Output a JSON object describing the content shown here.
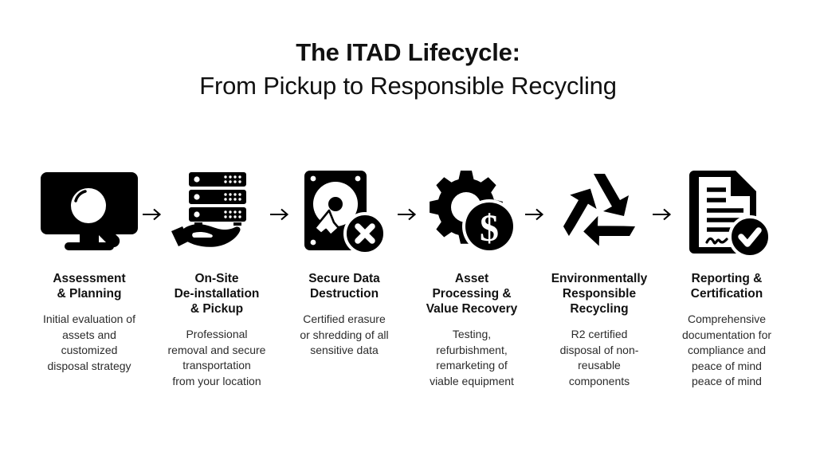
{
  "title": {
    "line1": "The ITAD Lifecycle:",
    "line2": "From Pickup to Responsible Recycling"
  },
  "colors": {
    "background": "#ffffff",
    "title": "#111111",
    "heading": "#111111",
    "body_text": "#2b2b2b",
    "icon": "#000000"
  },
  "arrow_glyph": "→",
  "steps": [
    {
      "index": "1",
      "icon": "monitor-magnifier-icon",
      "title": "Assessment\n& Planning",
      "title_lines": [
        "Assessment",
        "& Planning"
      ],
      "description": "Initial evaluation of assets and customized disposal strategy",
      "description_lines": [
        "Initial evaluation of",
        "assets and",
        "customized",
        "disposal strategy"
      ]
    },
    {
      "index": "2",
      "icon": "hand-holding-server-icon",
      "title": "On-Site\nDe-installation\n& Pickup",
      "title_lines": [
        "On-Site",
        "De-installation",
        "& Pickup"
      ],
      "description": "Professional removal and secure transportation from your location",
      "description_lines": [
        "Professional",
        "removal and secure",
        "transportation",
        "from your location"
      ]
    },
    {
      "index": "3",
      "icon": "hard-drive-delete-icon",
      "title": "Secure Data\nDestruction",
      "title_lines": [
        "Secure Data",
        "Destruction"
      ],
      "description": "Certified erasure or shredding of all sensitive data",
      "description_lines": [
        "Certified erasure",
        "or shredding of all",
        "sensitive data"
      ]
    },
    {
      "index": "4",
      "icon": "gear-dollar-coin-icon",
      "title": "Asset\nProcessing &\nValue Recovery",
      "title_lines": [
        "Asset",
        "Processing &",
        "Value Recovery"
      ],
      "description": "Testing, refurbishment, remarketing of viable equipment",
      "description_lines": [
        "Testing,",
        "refurbishment,",
        "remarketing of",
        "viable equipment"
      ]
    },
    {
      "index": "5",
      "icon": "recycling-symbol-icon",
      "title": "Environmentally\nResponsible\nRecycling",
      "title_lines": [
        "Environmentally",
        "Responsible",
        "Recycling"
      ],
      "description": "R2 certified disposal of non-reusable components",
      "description_lines": [
        "R2 certified",
        "disposal of non-",
        "reusable",
        "components"
      ]
    },
    {
      "index": "6",
      "icon": "document-check-icon",
      "title": "Reporting &\nCertification",
      "title_lines": [
        "Reporting &",
        "Certification"
      ],
      "description": "Comprehensive documentation for compliance and peace of mind peace of mind",
      "description_lines": [
        "Comprehensive",
        "documentation for",
        "compliance and",
        "peace of mind",
        "peace of mind"
      ]
    }
  ]
}
